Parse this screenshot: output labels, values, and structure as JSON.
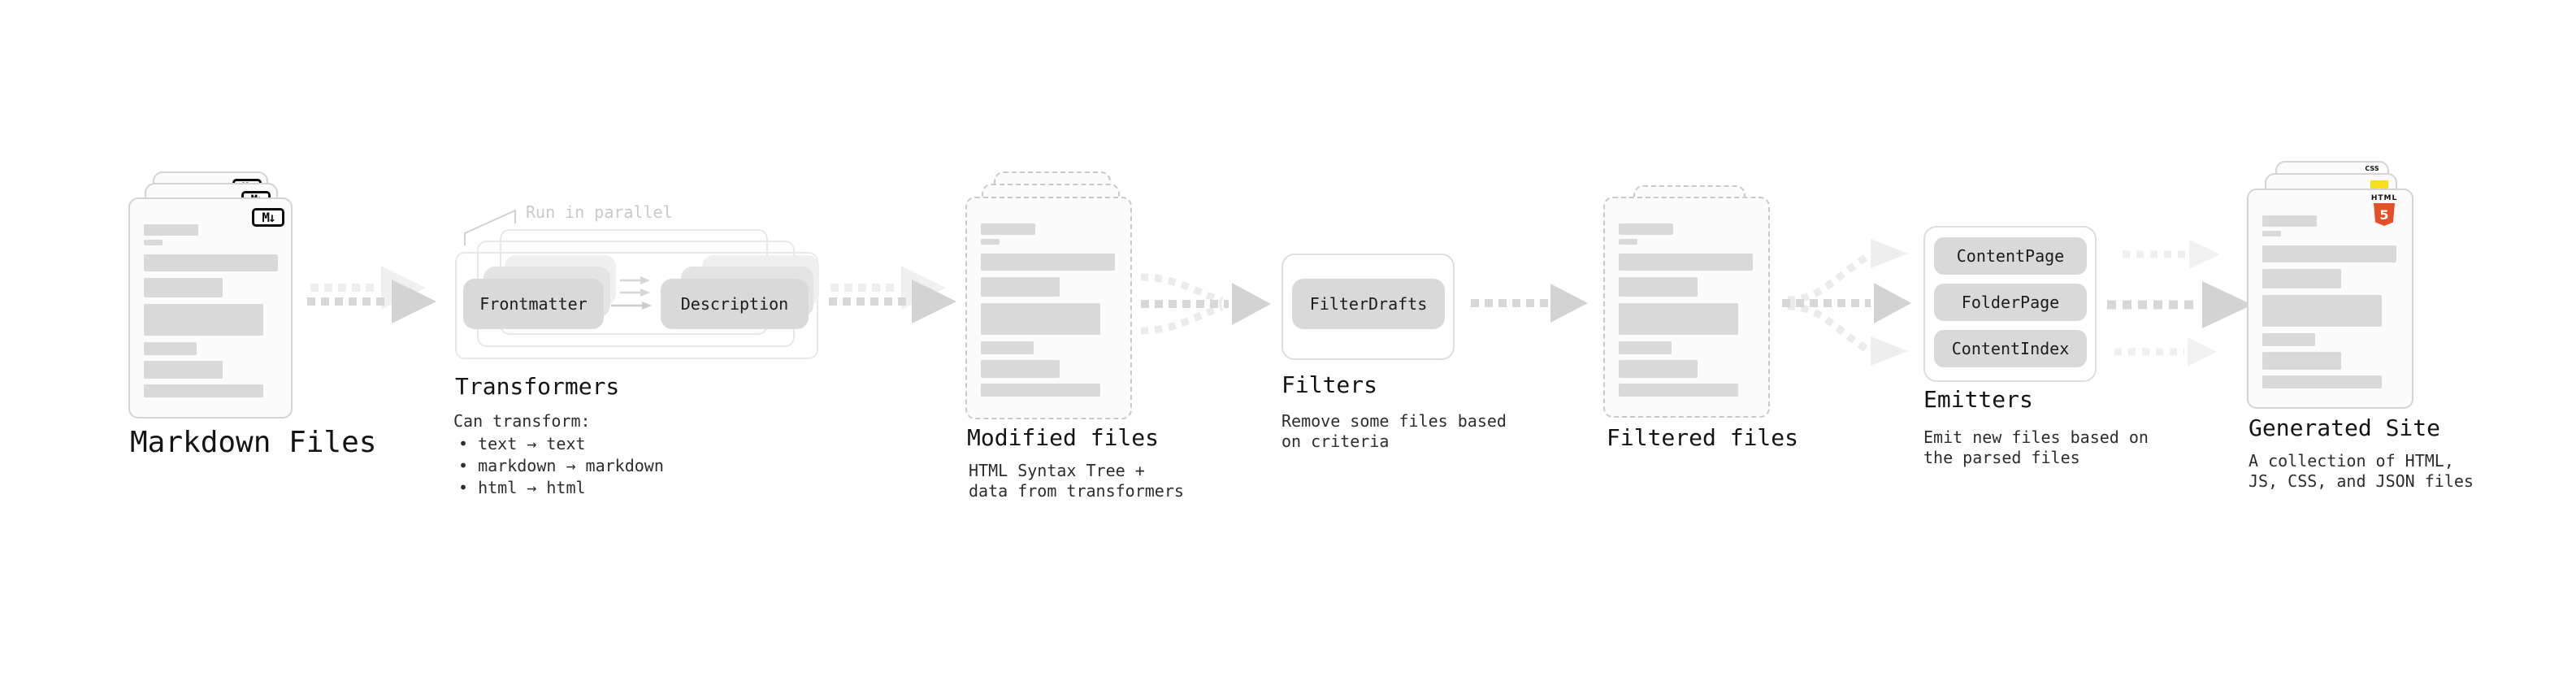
{
  "colors": {
    "html5_orange": "#E34F26",
    "js_yellow": "#F7DF1E",
    "css_blue": "#2965F1",
    "placeholder_bar_gray": "#D9D9D9",
    "arrow_gray": "#D7D7D7",
    "note_gray": "#C9C9C9"
  },
  "stages": {
    "markdown": {
      "title": "Markdown Files",
      "badge": "M↓"
    },
    "transformers": {
      "title": "Transformers",
      "note": "Run in parallel",
      "pills": [
        "Frontmatter",
        "Description"
      ],
      "caption": "Can transform:",
      "bullets": [
        "• text → text",
        "• markdown → markdown",
        "• html → html"
      ]
    },
    "modified": {
      "title": "Modified files",
      "caption": "HTML Syntax Tree +\ndata from transformers"
    },
    "filters": {
      "title": "Filters",
      "pill": "FilterDrafts",
      "caption": "Remove some files based\non criteria"
    },
    "filtered": {
      "title": "Filtered files"
    },
    "emitters": {
      "title": "Emitters",
      "pills": [
        "ContentPage",
        "FolderPage",
        "ContentIndex"
      ],
      "caption": "Emit new files based on\nthe parsed files"
    },
    "generated": {
      "title": "Generated Site",
      "caption": "A collection of HTML,\nJS, CSS, and JSON files",
      "css_badge": "CSS",
      "html_badge_word": "HTML",
      "html_badge_five": "5"
    }
  }
}
